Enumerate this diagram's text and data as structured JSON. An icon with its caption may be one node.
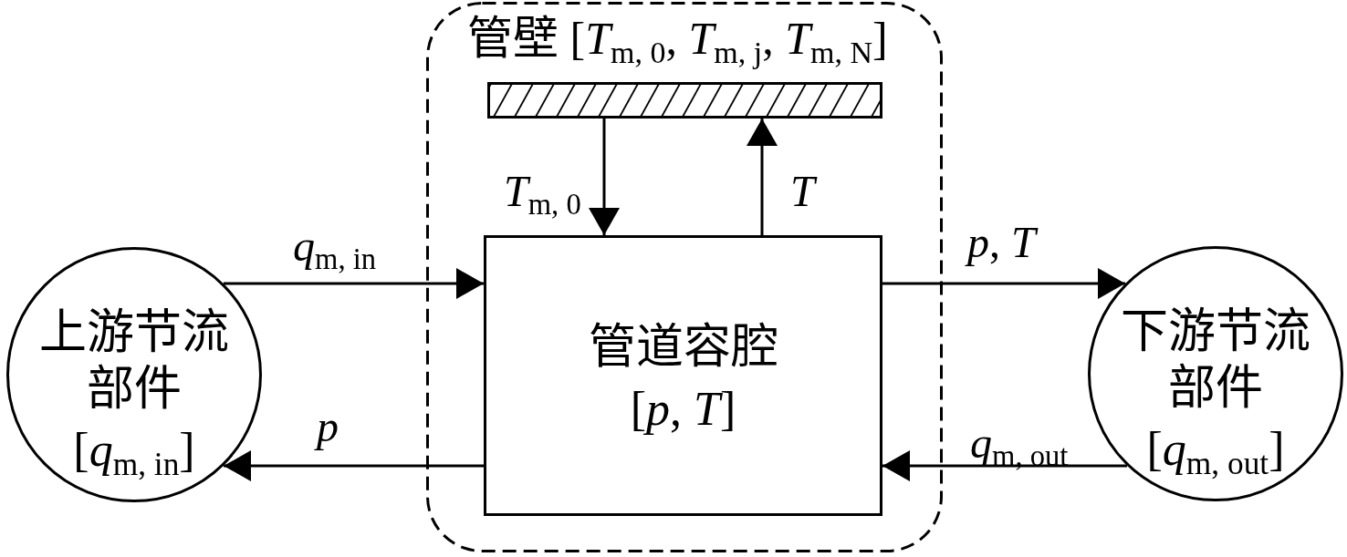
{
  "diagram": {
    "nodes": [
      {
        "text": [],
        "shape": "box"
      },
      {
        "text": [
          "管壁 [*T*$_{m, 0}$, *T*$_{m, j}$, *T*$_{m, N}$]"
        ],
        "in": 0
      },
      {
        "text": [
          "上游节流部件",
          "[*q*$_{m, in}$]"
        ]
      },
      {
        "text": [
          "管道容腔",
          "[*p*, *T*]"
        ],
        "in": 0
      },
      {
        "text": [
          "下游节流部件",
          "[*q*$_{m, out}$]"
        ]
      }
    ],
    "edges": [
      {
        "from": 1,
        "to": 3,
        "arrow": "to",
        "label": "*T*$_{m, 0}$"
      },
      {
        "from": 3,
        "to": 1,
        "arrow": "to",
        "label": "T"
      },
      {
        "from": 2,
        "to": 3,
        "arrow": "to",
        "label": "*q*$_{m, in}$"
      },
      {
        "from": 3,
        "to": 2,
        "arrow": "to",
        "label": "p"
      },
      {
        "from": 3,
        "to": 4,
        "arrow": "to",
        "label": "*p*, *T*"
      },
      {
        "from": 4,
        "to": 3,
        "arrow": "to",
        "label": "*q*$_{m, out}$"
      }
    ]
  }
}
